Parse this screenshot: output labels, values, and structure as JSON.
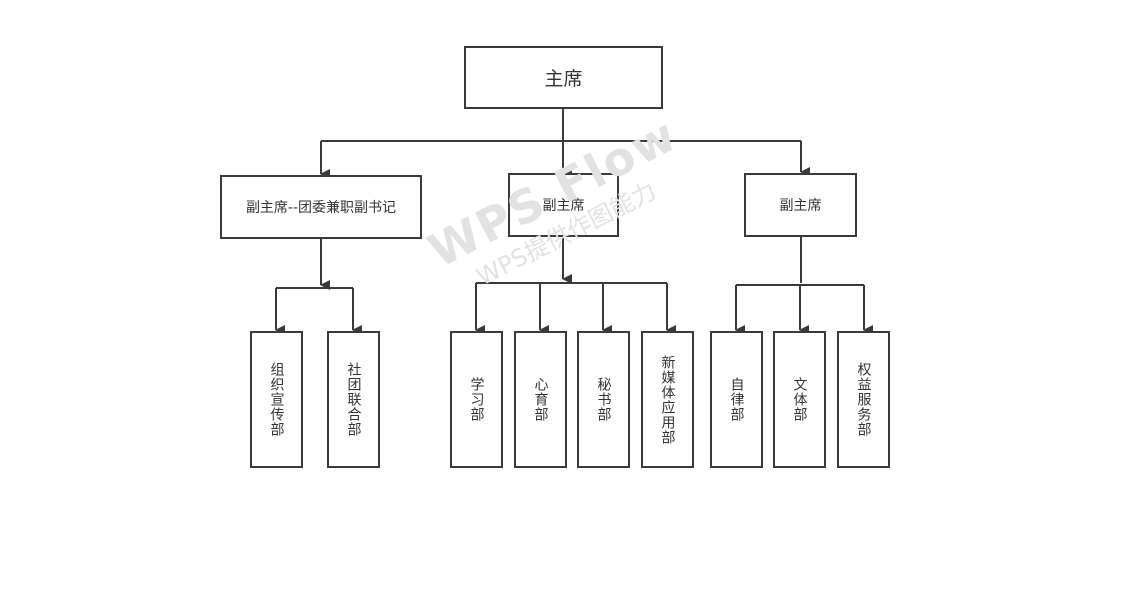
{
  "diagram": {
    "root": {
      "label": "主席"
    },
    "branches": [
      {
        "label": "副主席--团委兼职副书记",
        "children": [
          "组织宣传部",
          "社团联合部"
        ]
      },
      {
        "label": "副主席",
        "children": [
          "学习部",
          "心育部",
          "秘书部",
          "新媒体应用部"
        ]
      },
      {
        "label": "副主席",
        "children": [
          "自律部",
          "文体部",
          "权益服务部"
        ]
      }
    ]
  },
  "watermark": {
    "title": "WPS Flow",
    "subtitle": "WPS提供作图能力"
  },
  "colors": {
    "stroke": "#3a3a3a",
    "text": "#333333",
    "watermark": "#e2e2e2"
  }
}
